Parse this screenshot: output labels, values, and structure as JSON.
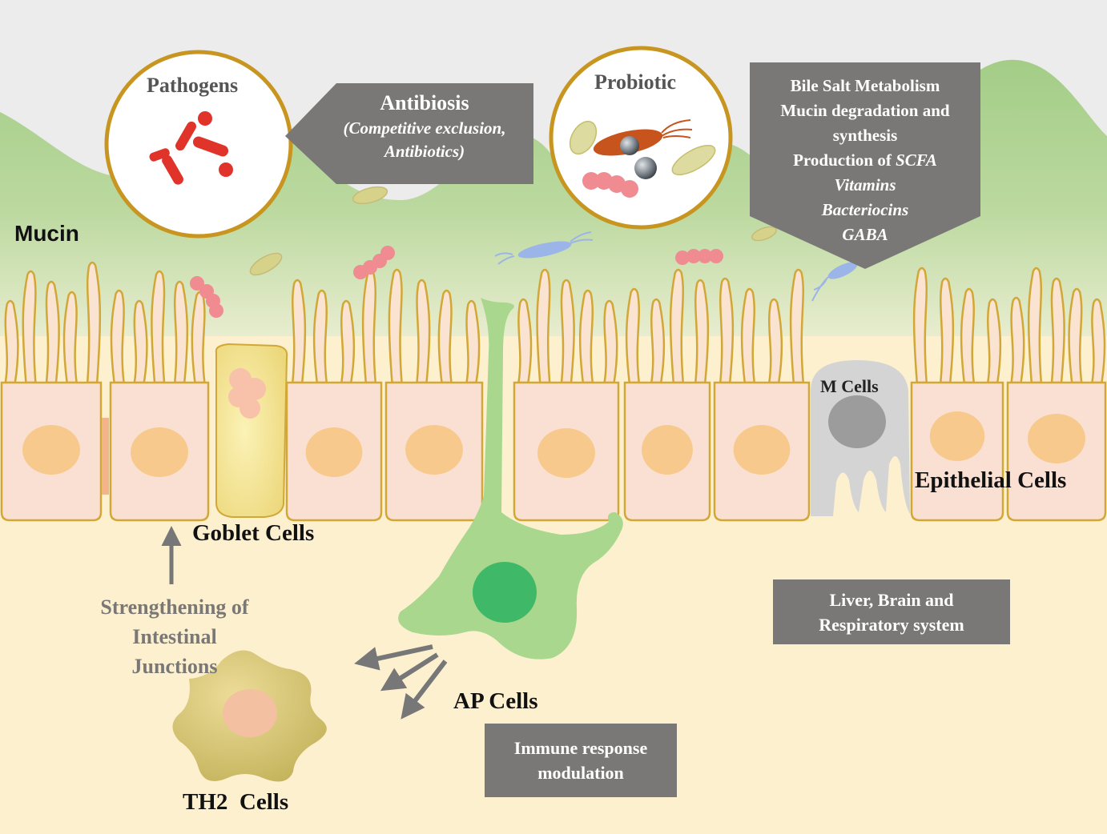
{
  "labels": {
    "pathogens": "Pathogens",
    "probiotic": "Probiotic",
    "mucin": "Mucin",
    "goblet_cells": "Goblet Cells",
    "m_cells": "M Cells",
    "epithelial_cells": "Epithelial Cells",
    "ap_cells": "AP Cells",
    "th2_cells": "TH2  Cells",
    "strengthening": [
      "Strengthening of",
      "Intestinal",
      "Junctions"
    ]
  },
  "antibiosis": {
    "title": "Antibiosis",
    "line1": "(Competitive exclusion,",
    "line2": "Antibiotics)"
  },
  "functions_box": {
    "line1": "Bile Salt Metabolism",
    "line2": "Mucin degradation and",
    "line3": "synthesis",
    "line4_prefix": "Production of ",
    "line4_em": "SCFA",
    "line5": "Vitamins",
    "line6": "Bacteriocins",
    "line7": "GABA"
  },
  "organs_box": [
    "Liver, Brain and",
    "Respiratory system"
  ],
  "immune_box": [
    "Immune response",
    "modulation"
  ],
  "colors": {
    "mucin_green": "#a9cf8c",
    "epithelial": "#fae0d2",
    "nucleus": "#f8c98c",
    "lamina": "#fdf0cf",
    "box_grey": "#7a7777",
    "pathogen_red": "#e0332a",
    "circle_ring": "#c89620"
  }
}
